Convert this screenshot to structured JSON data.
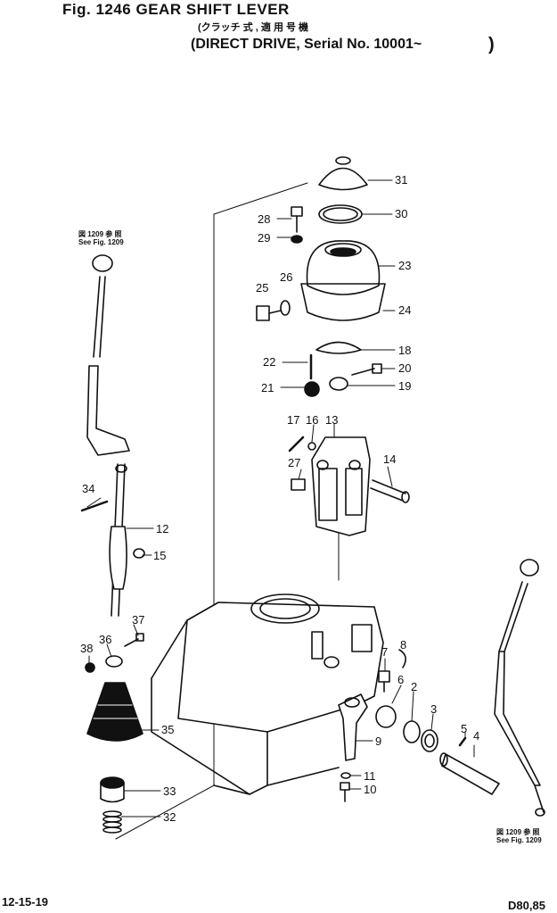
{
  "header": {
    "fig_title": "Fig. 1246  GEAR  SHIFT  LEVER",
    "jp_line": "(クラッチ      式 , 適 用 号 機",
    "subtitle": "(DIRECT  DRIVE, Serial  No.  10001~",
    "close_paren": ")"
  },
  "refs": {
    "left_jp": "図 1209 参 照",
    "left_en": "See Fig. 1209",
    "right_jp": "図 1209 参 照",
    "right_en": "See Fig. 1209"
  },
  "parts": [
    "31",
    "30",
    "28",
    "29",
    "23",
    "26",
    "25",
    "24",
    "18",
    "22",
    "20",
    "21",
    "19",
    "17",
    "16",
    "13",
    "27",
    "14",
    "34",
    "12",
    "15",
    "37",
    "36",
    "38",
    "35",
    "33",
    "32",
    "7",
    "8",
    "6",
    "2",
    "3",
    "5",
    "4",
    "9",
    "11",
    "10"
  ],
  "footer": {
    "left": "12-15-19",
    "right": "D80,85"
  },
  "colors": {
    "ink": "#111111",
    "paper": "#ffffff"
  }
}
